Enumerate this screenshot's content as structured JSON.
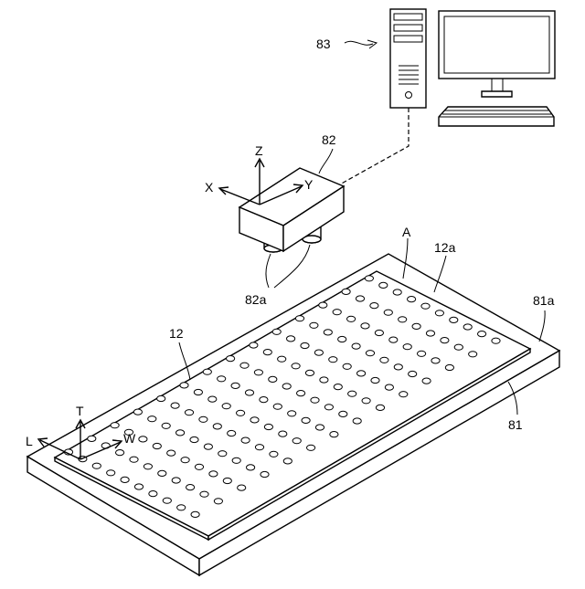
{
  "labels": {
    "computer": "83",
    "camera": "82",
    "camera_lens": "82a",
    "axis_x": "X",
    "axis_y": "Y",
    "axis_z": "Z",
    "sheet": "12",
    "sheet_edge": "12a",
    "mark": "A",
    "base_top": "81a",
    "base": "81",
    "axis_t": "T",
    "axis_l": "L",
    "axis_w": "W"
  },
  "colors": {
    "ink": "#000000",
    "background": "#ffffff"
  },
  "icons": {
    "computer": "desktop-computer-icon",
    "camera": "camera-unit-icon"
  }
}
